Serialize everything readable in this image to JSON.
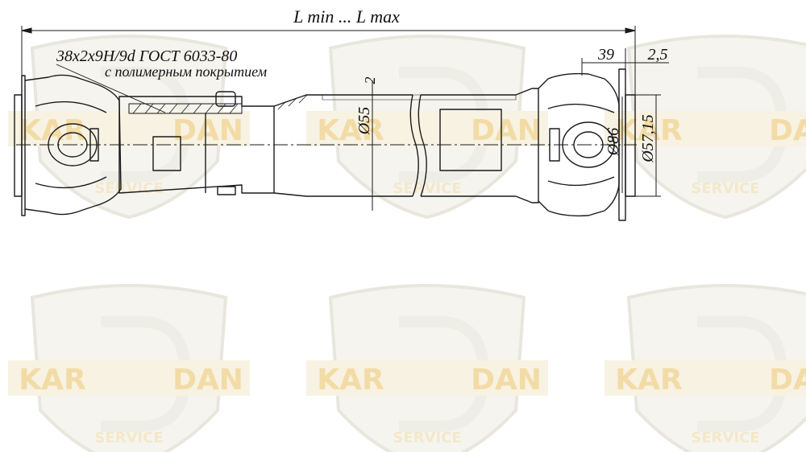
{
  "drawing": {
    "length_label": "L min ... L max",
    "spline_spec": "38x2x9H/9d ГОСТ 6033-80",
    "coating_note": "с полимерным покрытием",
    "dims": {
      "flange_offset": "39",
      "flange_thickness": "2,5",
      "tube_diameter": "Ø55",
      "tube_wall": "2",
      "flange_diameter": "Ø86",
      "pilot_diameter": "Ø57,15"
    }
  },
  "watermark": {
    "word_left": "KAR",
    "word_right": "DAN",
    "word_bottom": "SERVICE",
    "icon": "kardan-service-shield-logo",
    "colors": {
      "letters": "#f3dca6",
      "shield": "#f2f2ec",
      "outline": "#e8e6dc"
    }
  },
  "colors": {
    "line": "#1a1a1a",
    "background": "#ffffff"
  }
}
